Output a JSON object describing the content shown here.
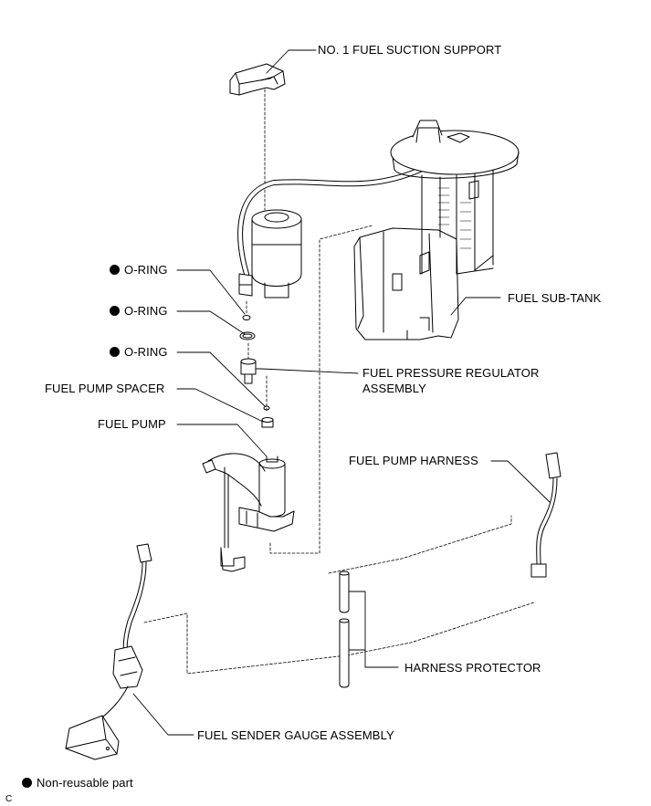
{
  "labels": {
    "suction_support": "NO. 1 FUEL SUCTION SUPPORT",
    "oring_1": "O-RING",
    "oring_2": "O-RING",
    "oring_3": "O-RING",
    "pump_spacer": "FUEL PUMP SPACER",
    "fuel_pump": "FUEL PUMP",
    "sub_tank": "FUEL SUB-TANK",
    "regulator_line1": "FUEL PRESSURE REGULATOR",
    "regulator_line2": "ASSEMBLY",
    "pump_harness": "FUEL PUMP HARNESS",
    "harness_protector": "HARNESS PROTECTOR",
    "sender_gauge": "FUEL SENDER GAUGE ASSEMBLY"
  },
  "legend": {
    "text": "Non-reusable part"
  },
  "corner_mark": "C"
}
